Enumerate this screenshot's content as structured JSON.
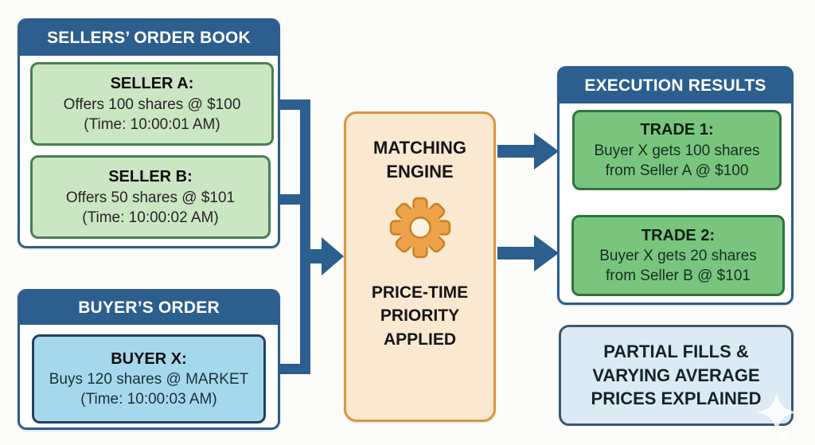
{
  "palette": {
    "frame_blue": "#2C5E8E",
    "seller_green_fill": "#CBE6C3",
    "seller_green_border": "#47804F",
    "trade_green_fill": "#79C57E",
    "trade_green_border": "#2F7340",
    "buyer_blue_fill": "#A5D8EC",
    "buyer_blue_border": "#24425C",
    "note_blue_fill": "#DCEAF4",
    "note_blue_border": "#3A586E",
    "engine_fill": "#FBE8D1",
    "engine_border": "#D8953F",
    "gear_orange": "#EDA14B"
  },
  "sellers_panel": {
    "title": "SELLERS’ ORDER BOOK",
    "orders": [
      {
        "title": "SELLER A:",
        "line1": "Offers 100 shares @ $100",
        "line2": "(Time: 10:00:01 AM)"
      },
      {
        "title": "SELLER B:",
        "line1": "Offers 50 shares @ $101",
        "line2": "(Time: 10:00:02 AM)"
      }
    ]
  },
  "buyer_panel": {
    "title": "BUYER’S ORDER",
    "order": {
      "title": "BUYER X:",
      "line1": "Buys 120 shares @ MARKET",
      "line2": "(Time: 10:00:03 AM)"
    }
  },
  "engine": {
    "title_line1": "MATCHING",
    "title_line2": "ENGINE",
    "icon": "gear-icon",
    "subtitle_line1": "PRICE-TIME",
    "subtitle_line2": "PRIORITY",
    "subtitle_line3": "APPLIED"
  },
  "results_panel": {
    "title": "EXECUTION RESULTS",
    "trades": [
      {
        "title": "TRADE 1:",
        "line1": "Buyer X gets 100 shares",
        "line2": "from Seller A @ $100"
      },
      {
        "title": "TRADE 2:",
        "line1": "Buyer X gets 20 shares",
        "line2": "from Seller B @ $101"
      }
    ]
  },
  "note_box": {
    "line1": "PARTIAL FILLS &",
    "line2": "VARYING AVERAGE",
    "line3": "PRICES EXPLAINED"
  }
}
